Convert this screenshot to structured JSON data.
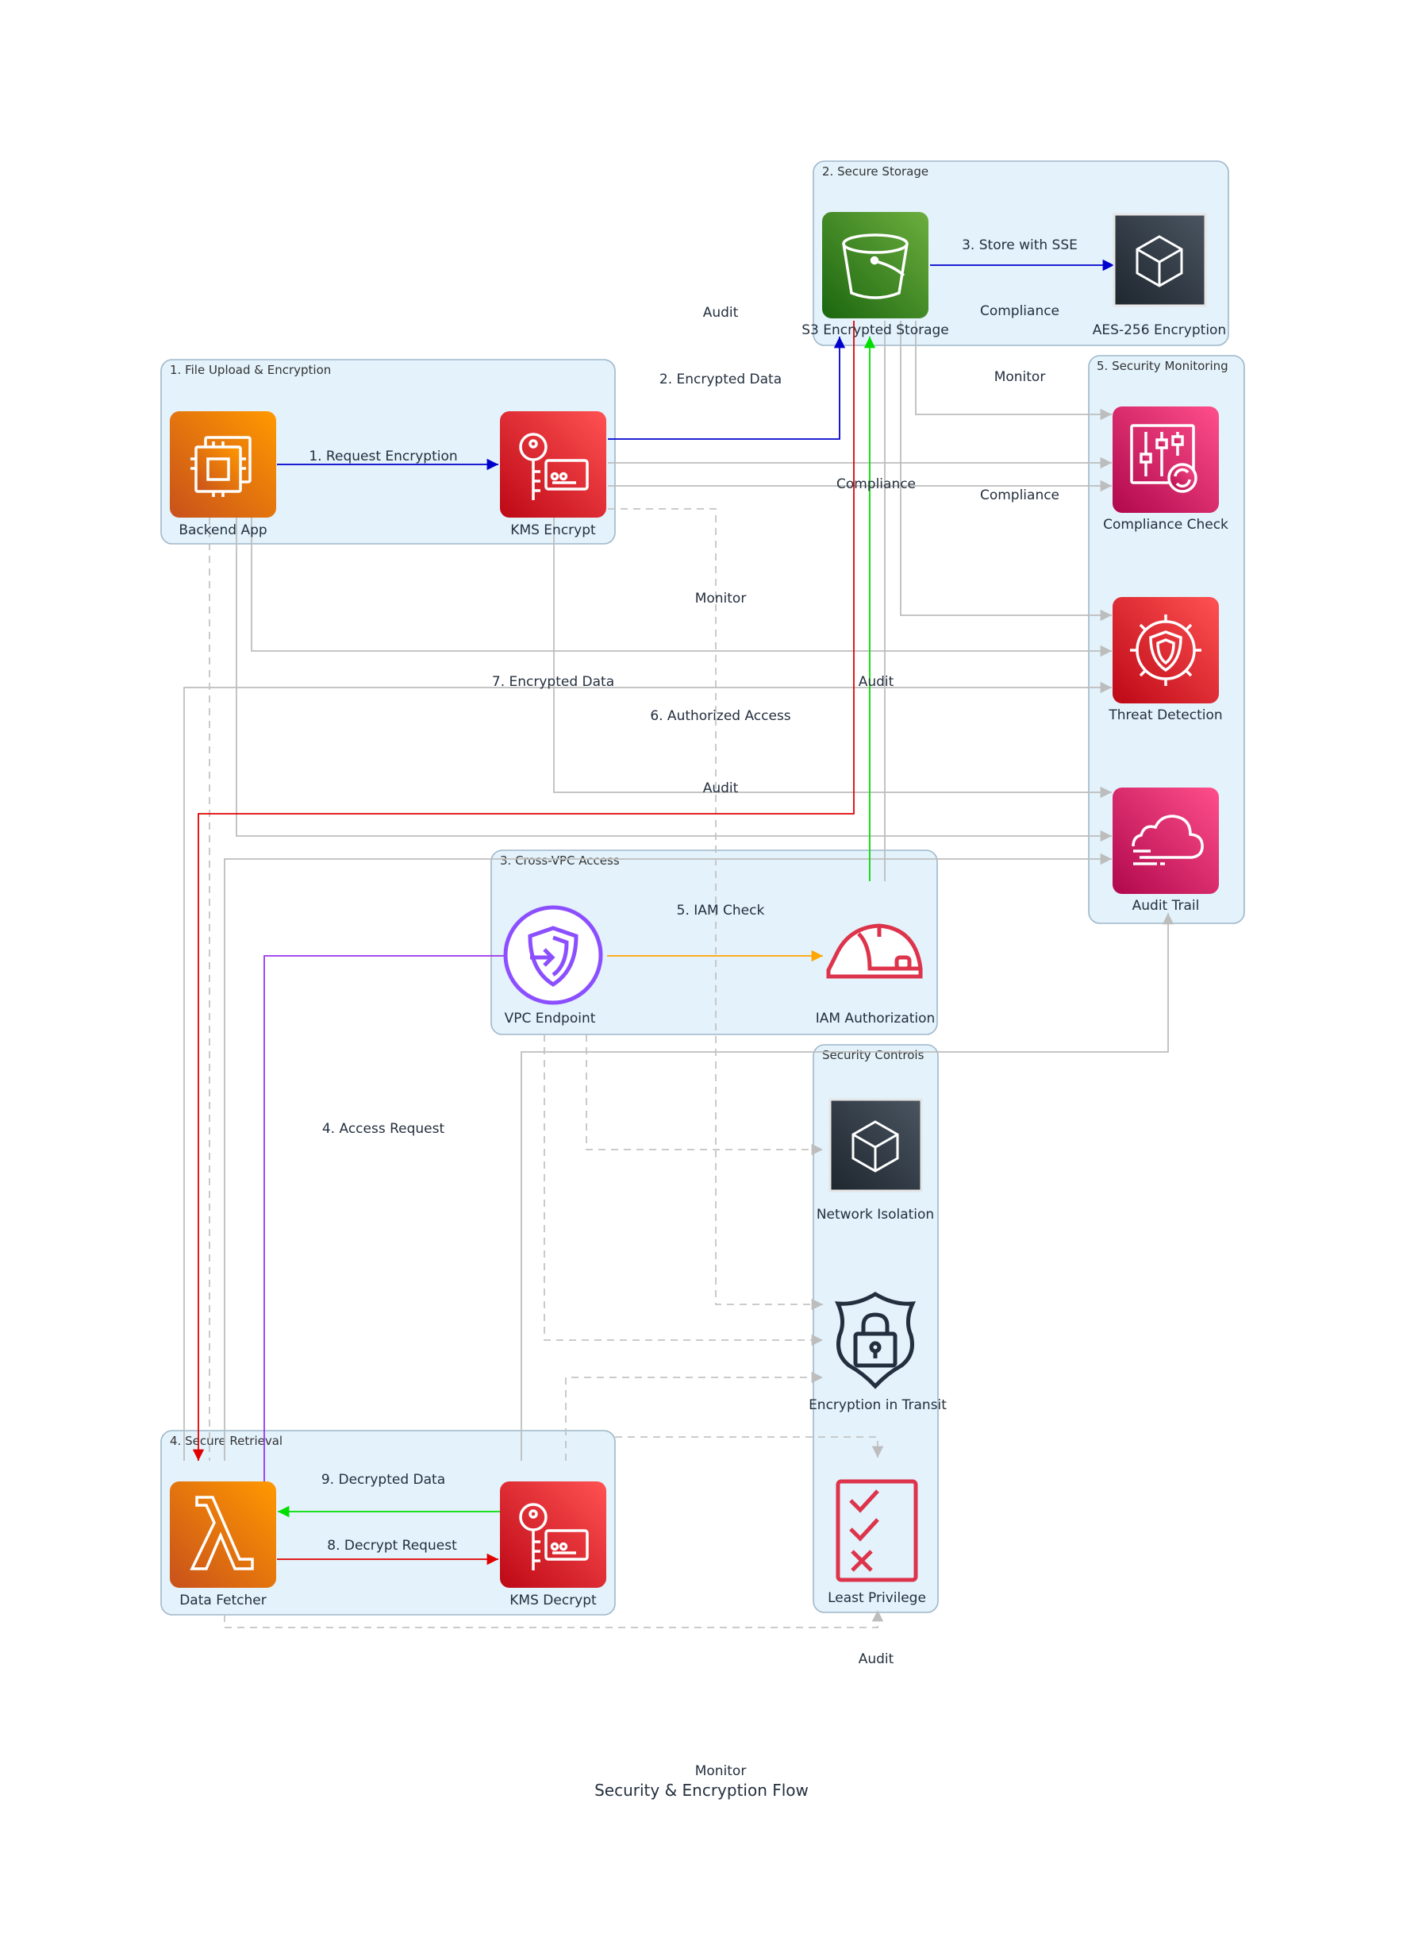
{
  "title": "Security & Encryption Flow",
  "clusters": {
    "upload": "1. File Upload & Encryption",
    "storage": "2. Secure Storage",
    "vpc": "3. Cross-VPC Access",
    "retrieval": "4. Secure Retrieval",
    "monitoring": "5. Security Monitoring",
    "controls": "Security Controls"
  },
  "nodes": {
    "backend_app": "Backend App",
    "kms_encrypt": "KMS Encrypt",
    "s3": "S3 Encrypted Storage",
    "aes": "AES-256 Encryption",
    "compliance_check": "Compliance Check",
    "threat_detection": "Threat Detection",
    "audit_trail": "Audit Trail",
    "vpc_endpoint": "VPC Endpoint",
    "iam": "IAM Authorization",
    "network_isolation": "Network Isolation",
    "encryption_transit": "Encryption in Transit",
    "least_privilege": "Least Privilege",
    "data_fetcher": "Data Fetcher",
    "kms_decrypt": "KMS Decrypt"
  },
  "edges": {
    "e1": "1. Request Encryption",
    "e2": "2. Encrypted Data",
    "e3": "3. Store with SSE",
    "e4": "4. Access Request",
    "e5": "5. IAM Check",
    "e6": "6. Authorized Access",
    "e7": "7. Encrypted Data",
    "e8": "8. Decrypt Request",
    "e9": "9. Decrypted Data",
    "audit_a": "Audit",
    "compliance_a": "Compliance",
    "monitor_a": "Monitor",
    "compliance_b": "Compliance",
    "compliance_c": "Compliance",
    "monitor_b": "Monitor",
    "audit_b": "Audit",
    "audit_c": "Audit",
    "audit_d": "Audit",
    "monitor_c": "Monitor"
  },
  "colors": {
    "compute": "#ed7100",
    "security": "#dd344c",
    "storage": "#3f8624",
    "management": "#e7157b",
    "networking": "#8c4fff",
    "general": "#232f3e",
    "flow_blue": "#0000cc",
    "flow_red": "#e00000",
    "flow_green": "#00dd00",
    "flow_purple": "#9933ee",
    "flow_orange": "#ffa500"
  },
  "icons": {
    "backend_app": "ec2-instance-icon",
    "kms": "kms-key-icon",
    "s3": "s3-bucket-icon",
    "aes": "cube-icon",
    "compliance_check": "config-controls-icon",
    "threat_detection": "guardduty-shield-gear-icon",
    "audit_trail": "cloudtrail-cloud-icon",
    "vpc_endpoint": "vpc-endpoint-shield-icon",
    "iam": "hard-hat-icon",
    "network_isolation": "cube-icon",
    "encryption_transit": "lock-shield-icon",
    "least_privilege": "checklist-icon",
    "data_fetcher": "lambda-icon"
  }
}
